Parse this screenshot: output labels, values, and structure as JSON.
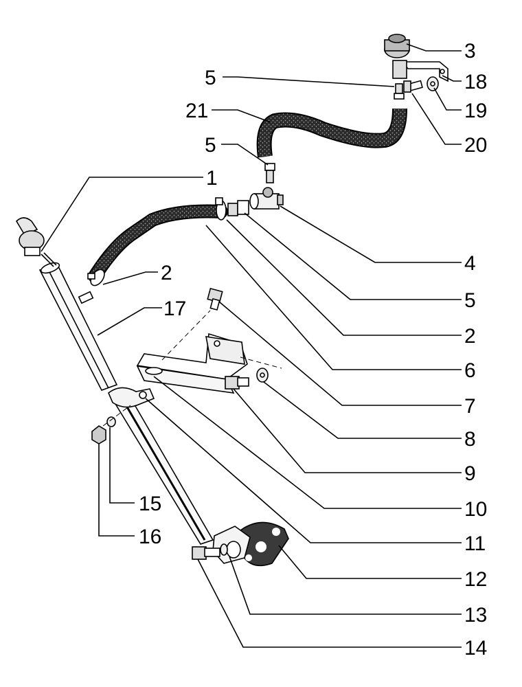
{
  "diagram": {
    "callouts": [
      {
        "id": "c3",
        "text": "3"
      },
      {
        "id": "c5a",
        "text": "5"
      },
      {
        "id": "c18",
        "text": "18"
      },
      {
        "id": "c21",
        "text": "21"
      },
      {
        "id": "c19",
        "text": "19"
      },
      {
        "id": "c5b",
        "text": "5"
      },
      {
        "id": "c20",
        "text": "20"
      },
      {
        "id": "c1",
        "text": "1"
      },
      {
        "id": "c4",
        "text": "4"
      },
      {
        "id": "c2a",
        "text": "2"
      },
      {
        "id": "c5c",
        "text": "5"
      },
      {
        "id": "c17",
        "text": "17"
      },
      {
        "id": "c2b",
        "text": "2"
      },
      {
        "id": "c6",
        "text": "6"
      },
      {
        "id": "c7",
        "text": "7"
      },
      {
        "id": "c8",
        "text": "8"
      },
      {
        "id": "c9",
        "text": "9"
      },
      {
        "id": "c10",
        "text": "10"
      },
      {
        "id": "c15",
        "text": "15"
      },
      {
        "id": "c16",
        "text": "16"
      },
      {
        "id": "c11",
        "text": "11"
      },
      {
        "id": "c12",
        "text": "12"
      },
      {
        "id": "c13",
        "text": "13"
      },
      {
        "id": "c14",
        "text": "14"
      }
    ]
  }
}
